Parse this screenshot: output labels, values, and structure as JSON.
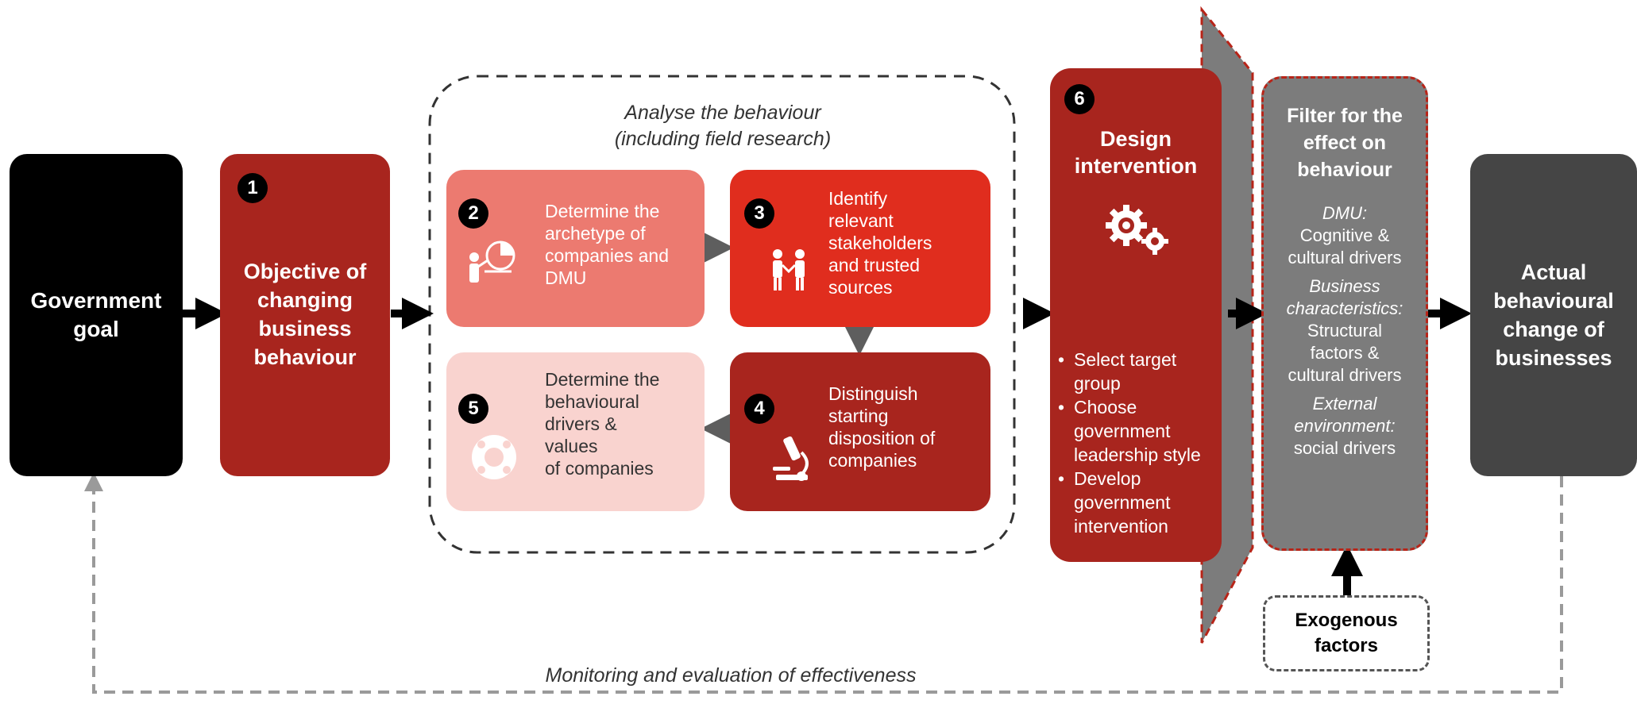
{
  "government_goal": "Government\ngoal",
  "step1": {
    "number": "1",
    "label": "Objective of\nchanging\nbusiness\nbehaviour"
  },
  "analyse_group": {
    "title_line1": "Analyse the behaviour",
    "title_line2": "(including field research)"
  },
  "step2": {
    "number": "2",
    "label": "Determine the\narchetype of\ncompanies and\nDMU",
    "icon": "presentation-icon"
  },
  "step3": {
    "number": "3",
    "label": "Identify\nrelevant\nstakeholders\nand trusted\nsources",
    "icon": "handshake-icon"
  },
  "step4": {
    "number": "4",
    "label": "Distinguish\nstarting\ndisposition of\ncompanies",
    "icon": "microscope-icon"
  },
  "step5": {
    "number": "5",
    "label": "Determine the\nbehavioural\ndrivers &\nvalues\nof companies",
    "icon": "group-meeting-icon"
  },
  "step6": {
    "number": "6",
    "title": "Design\nintervention",
    "icon": "gears-icon",
    "bullets": [
      "Select target group",
      "Choose government leadership style",
      "Develop government intervention"
    ]
  },
  "filter": {
    "title": "Filter for the\neffect on\nbehaviour",
    "dmu_label": "DMU:",
    "dmu_text": "Cognitive &\ncultural drivers",
    "business_label": "Business\ncharacteristics:",
    "business_text": "Structural\nfactors &\ncultural drivers",
    "external_label": "External\nenvironment:",
    "external_text": "social drivers"
  },
  "exogenous": "Exogenous\nfactors",
  "actual_change": "Actual\nbehavioural\nchange of\nbusinesses",
  "monitoring": "Monitoring and evaluation of effectiveness",
  "colors": {
    "black": "#000000",
    "dark_red": "#a8251e",
    "salmon": "#ec7a70",
    "bright_red": "#e02d1e",
    "pale_pink": "#f9d3cf",
    "grey": "#7c7c7c",
    "dark_grey": "#454545"
  }
}
